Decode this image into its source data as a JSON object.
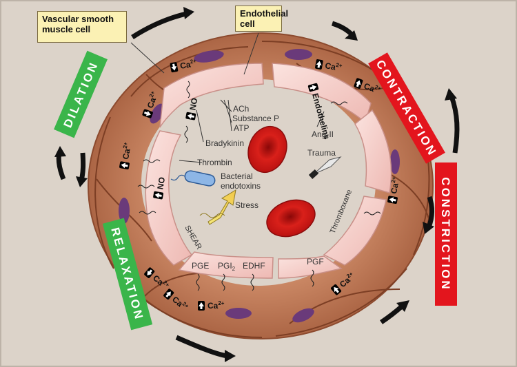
{
  "callouts": {
    "smooth_muscle": "Vascular smooth muscle cell",
    "endothelial": "Endothelial cell"
  },
  "banners": {
    "dilation": "DILATION",
    "relaxation": "RELAXATION",
    "contraction": "CONTRACTION",
    "constriction": "CONSTRICTION"
  },
  "colors": {
    "background": "#dcd3c9",
    "dilation_green": "#3ab54a",
    "contraction_red": "#e3151d",
    "muscle_brown": "#b06a48",
    "endothelium_pink": "#f2c9c4",
    "nucleus_purple": "#6a3a7a",
    "rbc_red": "#d01818"
  },
  "labels": {
    "ach": "ACh",
    "substance_p": "Substance P",
    "atp": "ATP",
    "bradykinin": "Bradykinin",
    "thrombin": "Thrombin",
    "bacterial": "Bacterial",
    "endotoxins": "endotoxins",
    "stress": "Stress",
    "shear": "SHEAR",
    "trauma": "Trauma",
    "ang_ii": "Ang-II",
    "endothelins": "Endothelins",
    "thromboxane": "Thromboxane",
    "pge": "PGE",
    "pgi2": "PGI",
    "pgi2_sub": "2",
    "edhf": "EDHF",
    "pgf": "PGF",
    "no": "NO",
    "ca": "Ca",
    "ca_sup": "2+"
  },
  "icons": {
    "up_arrow": "arrow-up-icon",
    "down_arrow": "arrow-down-icon",
    "scalpel": "scalpel-icon",
    "bacterium": "bacterium-icon",
    "red_blood_cell": "red-blood-cell-icon"
  }
}
